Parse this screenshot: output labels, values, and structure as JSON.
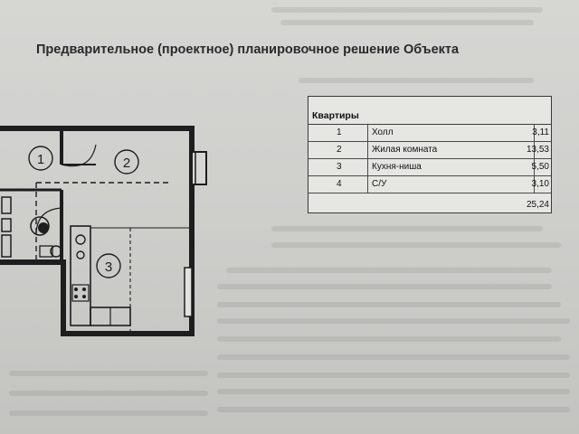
{
  "document": {
    "title": "Предварительное (проектное) планировочное решение Объекта"
  },
  "table": {
    "header": "Квартиры",
    "rows": [
      {
        "num": "1",
        "name": "Холл",
        "area": "3,11"
      },
      {
        "num": "2",
        "name": "Жилая комната",
        "area": "13,53"
      },
      {
        "num": "3",
        "name": "Кухня-ниша",
        "area": "5,50"
      },
      {
        "num": "4",
        "name": "С/У",
        "area": "3,10"
      }
    ],
    "total": "25,24"
  },
  "plan": {
    "labels": [
      "1",
      "2",
      "3"
    ]
  }
}
